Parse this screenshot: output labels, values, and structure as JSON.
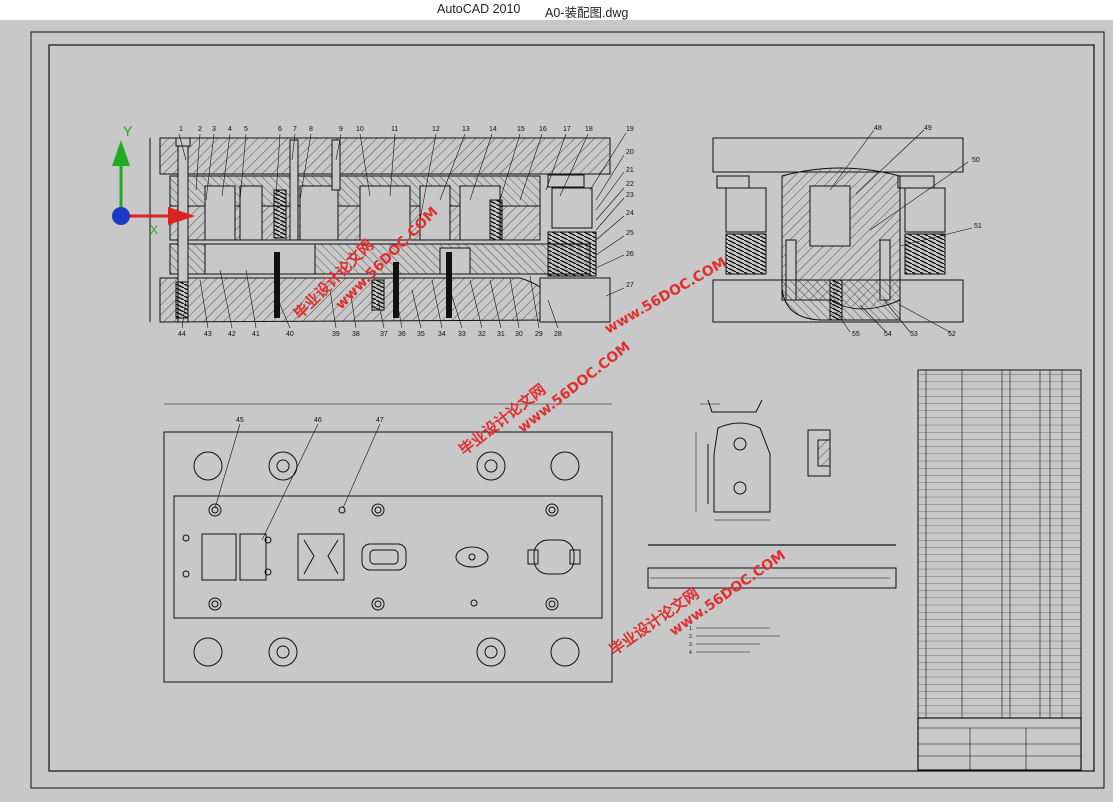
{
  "window": {
    "app_title": "AutoCAD 2010",
    "file_name": "A0-装配图.dwg"
  },
  "ucs": {
    "y_label": "Y",
    "x_label": "X"
  },
  "balloons_top_left": [
    "1",
    "2",
    "3",
    "4",
    "5",
    "6",
    "7",
    "8",
    "9",
    "10",
    "11",
    "12",
    "13",
    "14",
    "15",
    "16",
    "17",
    "18",
    "19"
  ],
  "balloons_right_left_view": [
    "20",
    "21",
    "22",
    "23",
    "24",
    "25",
    "26",
    "27"
  ],
  "balloons_bottom_left_view": [
    "44",
    "43",
    "42",
    "41",
    "40",
    "39",
    "38",
    "37",
    "36",
    "35",
    "34",
    "33",
    "32",
    "31",
    "30",
    "29",
    "28"
  ],
  "balloons_right_view": [
    "48",
    "49",
    "50",
    "51",
    "52",
    "53",
    "54",
    "55"
  ],
  "balloons_plan_view": [
    "45",
    "46",
    "47"
  ],
  "watermarks": {
    "cn": "毕业设计论文网",
    "en": "www.56DOC.COM"
  },
  "colors": {
    "background": "#c8c8c8",
    "lines": "#1a1a1a",
    "ucs_y": "#22aa22",
    "ucs_x": "#dd2222",
    "ucs_origin": "#1a3cc8",
    "watermark": "#e03030"
  }
}
